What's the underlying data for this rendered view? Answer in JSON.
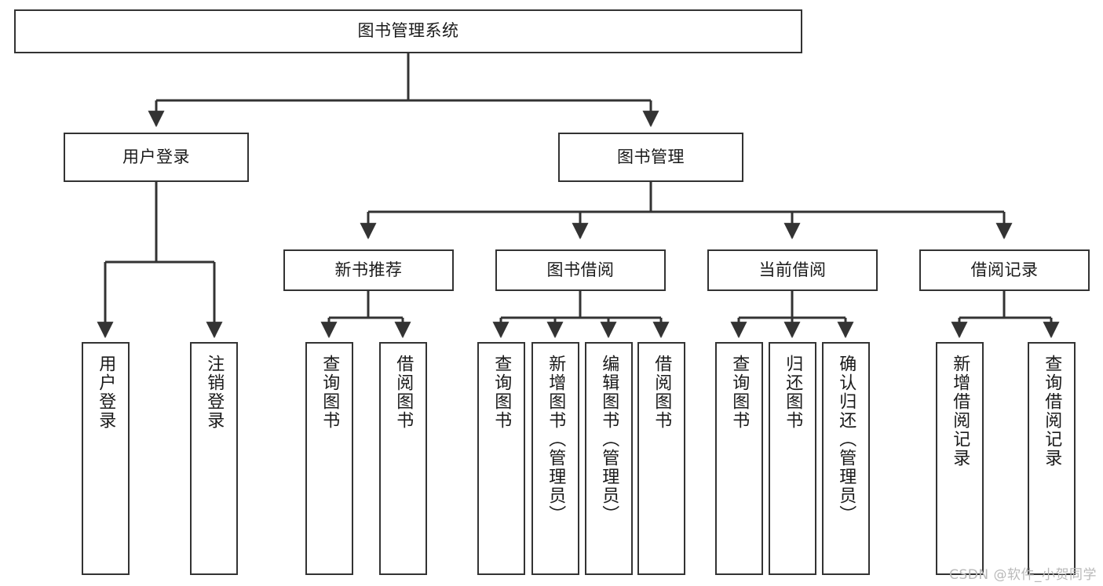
{
  "diagram": {
    "title": "图书管理系统",
    "type": "tree-hierarchy-diagram",
    "watermark": "CSDN @软件_小贺同学",
    "colors": {
      "node_border": "#333333",
      "node_fill": "#ffffff",
      "edge": "#333333",
      "text": "#1a1a1a",
      "watermark": "#b9b9b9",
      "background": "#ffffff"
    }
  },
  "nodes": {
    "root": {
      "label": "图书管理系统",
      "level": 0,
      "orientation": "horizontal"
    },
    "l1": [
      {
        "id": "user-login",
        "label": "用户登录",
        "level": 1,
        "orientation": "horizontal"
      },
      {
        "id": "book-management",
        "label": "图书管理",
        "level": 1,
        "orientation": "horizontal"
      }
    ],
    "l2": [
      {
        "id": "new-book-recommend",
        "label": "新书推荐",
        "level": 2,
        "orientation": "horizontal"
      },
      {
        "id": "book-borrow",
        "label": "图书借阅",
        "level": 2,
        "orientation": "horizontal"
      },
      {
        "id": "current-borrow",
        "label": "当前借阅",
        "level": 2,
        "orientation": "horizontal"
      },
      {
        "id": "borrow-record",
        "label": "借阅记录",
        "level": 2,
        "orientation": "horizontal"
      }
    ],
    "leaves": [
      {
        "id": "leaf-user-login",
        "label": "用户登录",
        "parent": "user-login",
        "orientation": "vertical"
      },
      {
        "id": "leaf-user-logout",
        "label": "注销登录",
        "parent": "user-login",
        "orientation": "vertical"
      },
      {
        "id": "leaf-query-book-rec",
        "label": "查询图书",
        "parent": "new-book-recommend",
        "orientation": "vertical"
      },
      {
        "id": "leaf-borrow-book-rec",
        "label": "借阅图书",
        "parent": "new-book-recommend",
        "orientation": "vertical"
      },
      {
        "id": "leaf-query-book-borrow",
        "label": "查询图书",
        "parent": "book-borrow",
        "orientation": "vertical"
      },
      {
        "id": "leaf-add-book",
        "label": "新增图书（管理员）",
        "parent": "book-borrow",
        "orientation": "vertical"
      },
      {
        "id": "leaf-edit-book",
        "label": "编辑图书（管理员）",
        "parent": "book-borrow",
        "orientation": "vertical"
      },
      {
        "id": "leaf-borrow-book",
        "label": "借阅图书",
        "parent": "book-borrow",
        "orientation": "vertical"
      },
      {
        "id": "leaf-query-book-current",
        "label": "查询图书",
        "parent": "current-borrow",
        "orientation": "vertical"
      },
      {
        "id": "leaf-return-book",
        "label": "归还图书",
        "parent": "current-borrow",
        "orientation": "vertical"
      },
      {
        "id": "leaf-confirm-return",
        "label": "确认归还（管理员）",
        "parent": "current-borrow",
        "orientation": "vertical"
      },
      {
        "id": "leaf-add-borrow-record",
        "label": "新增借阅记录",
        "parent": "borrow-record",
        "orientation": "vertical"
      },
      {
        "id": "leaf-query-borrow-record",
        "label": "查询借阅记录",
        "parent": "borrow-record",
        "orientation": "vertical"
      }
    ]
  }
}
